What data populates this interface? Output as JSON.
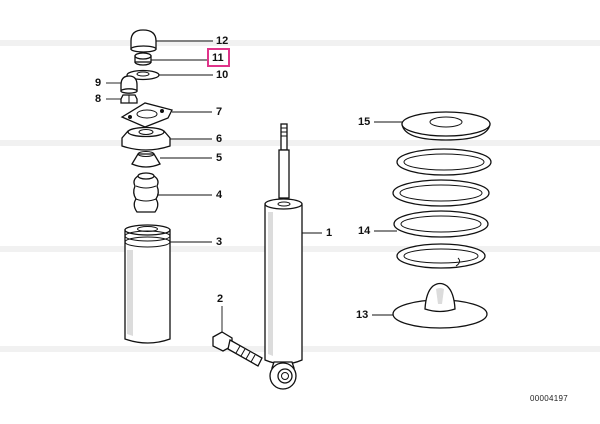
{
  "diagram": {
    "reference_number": "00004197",
    "highlight_color": "#e0338a",
    "callouts": [
      {
        "id": "12",
        "label": "12"
      },
      {
        "id": "11",
        "label": "11",
        "highlighted": true
      },
      {
        "id": "10",
        "label": "10"
      },
      {
        "id": "9",
        "label": "9"
      },
      {
        "id": "8",
        "label": "8"
      },
      {
        "id": "7",
        "label": "7"
      },
      {
        "id": "6",
        "label": "6"
      },
      {
        "id": "5",
        "label": "5"
      },
      {
        "id": "4",
        "label": "4"
      },
      {
        "id": "3",
        "label": "3"
      },
      {
        "id": "2",
        "label": "2"
      },
      {
        "id": "1",
        "label": "1"
      },
      {
        "id": "15",
        "label": "15"
      },
      {
        "id": "14",
        "label": "14"
      },
      {
        "id": "13",
        "label": "13"
      }
    ]
  }
}
